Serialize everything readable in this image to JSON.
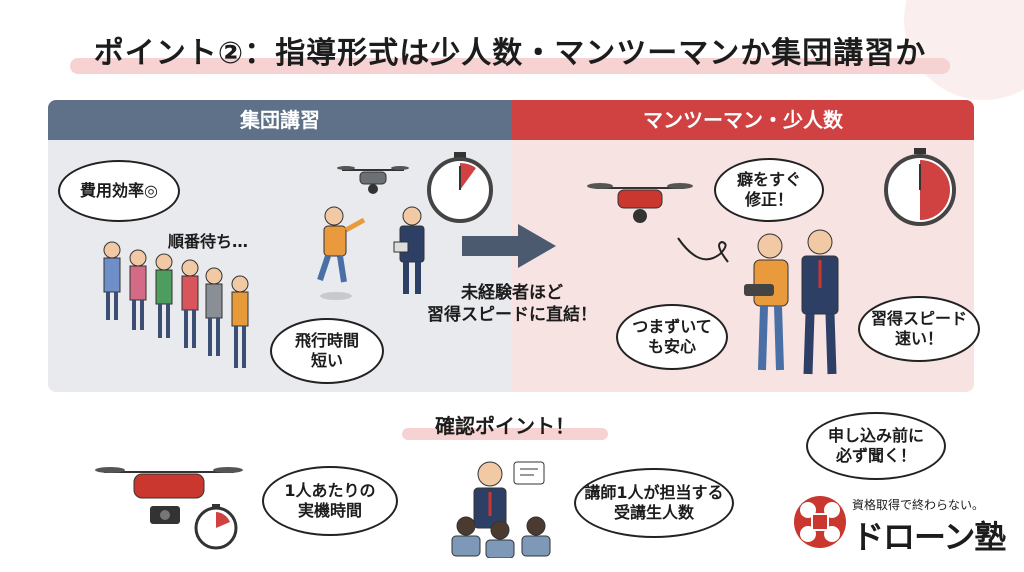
{
  "title": "ポイント②：指導形式は少人数・マンツーマンか集団講習か",
  "left_panel": {
    "header": "集団講習",
    "bubble_cost": "費用効率◎",
    "waiting_text": "順番待ち…",
    "bubble_flight": "飛行時間\n短い"
  },
  "right_panel": {
    "header": "マンツーマン・少人数",
    "bubble_fix": "癖をすぐ\n修正！",
    "bubble_safe": "つまずいて\nも安心",
    "bubble_speed": "習得スピード\n速い！"
  },
  "middle_text": "未経験者ほど\n習得スピードに直結！",
  "check_title": "確認ポイント！",
  "check_points": {
    "bubble_time": "1人あたりの\n実機時間",
    "bubble_teacher": "講師1人が担当する\n受講生人数",
    "bubble_ask": "申し込み前に\n必ず聞く！"
  },
  "logo": {
    "tagline": "資格取得で終わらない。",
    "name": "ドローン塾"
  },
  "colors": {
    "accent_red": "#d04141",
    "slate_blue": "#5e7189",
    "left_bg": "#e9eaee",
    "right_bg": "#f8e3e3"
  }
}
